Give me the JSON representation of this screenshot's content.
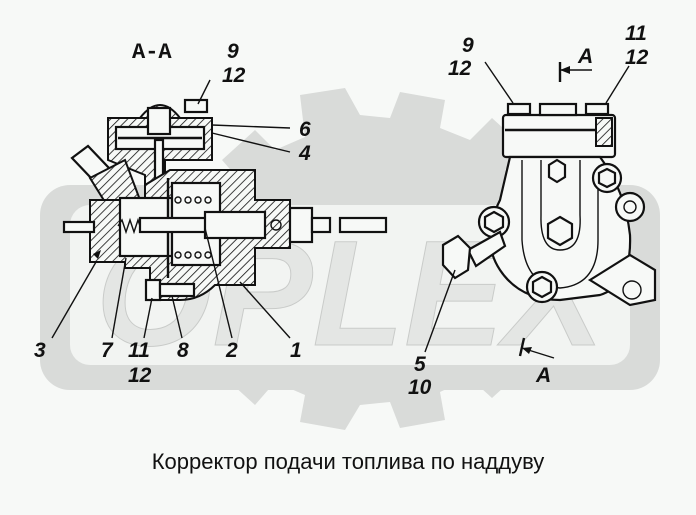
{
  "diagram": {
    "title": "Корректор подачи топлива по наддуву",
    "section_label": "A-A",
    "view_marker": "A",
    "watermark_text": "OPLEX",
    "left_view": {
      "name": "section A-A",
      "callouts": [
        {
          "id": "c9",
          "text": "9"
        },
        {
          "id": "c12a",
          "text": "12"
        },
        {
          "id": "c6",
          "text": "6"
        },
        {
          "id": "c4",
          "text": "4"
        },
        {
          "id": "c3",
          "text": "3"
        },
        {
          "id": "c7",
          "text": "7"
        },
        {
          "id": "c11",
          "text": "11"
        },
        {
          "id": "c12b",
          "text": "12"
        },
        {
          "id": "c8",
          "text": "8"
        },
        {
          "id": "c2",
          "text": "2"
        },
        {
          "id": "c1",
          "text": "1"
        }
      ]
    },
    "right_view": {
      "name": "external view",
      "callouts": [
        {
          "id": "r9",
          "text": "9"
        },
        {
          "id": "r12a",
          "text": "12"
        },
        {
          "id": "r11",
          "text": "11"
        },
        {
          "id": "r12b",
          "text": "12"
        },
        {
          "id": "r5",
          "text": "5"
        },
        {
          "id": "r10",
          "text": "10"
        }
      ],
      "section_arrow_top": "A",
      "section_arrow_bottom": "A"
    }
  }
}
